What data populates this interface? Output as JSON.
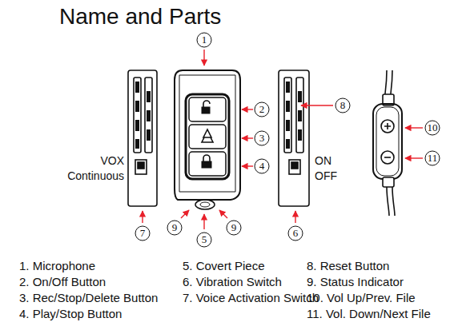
{
  "diagram": {
    "title": "Name and Parts",
    "nodes": [
      {
        "text": [
          "1"
        ]
      },
      {
        "text": [
          "8"
        ]
      },
      {
        "text": [
          "10"
        ]
      },
      {
        "text": [
          "2"
        ]
      },
      {
        "text": [
          "3"
        ]
      },
      {
        "text": [
          "11"
        ]
      },
      {
        "text": [
          "4"
        ]
      },
      {
        "text": [
          "7"
        ]
      },
      {
        "text": [
          "9"
        ]
      },
      {
        "text": [
          "5"
        ]
      },
      {
        "text": [
          "9"
        ]
      },
      {
        "text": [
          "6"
        ]
      }
    ],
    "labels": [
      "VOX",
      "Continuous",
      "ON",
      "OFF",
      "1. Microphone",
      "2. On/Off Button",
      "3. Rec/Stop/Delete Button",
      "4. Play/Stop Button",
      "5. Covert Piece",
      "6. Vibration Switch",
      "7. Voice Activation Switch",
      "8. Reset Button",
      "9. Status Indicator",
      "10. Vol Up/Prev. File",
      "11. Vol. Down/Next File"
    ]
  }
}
